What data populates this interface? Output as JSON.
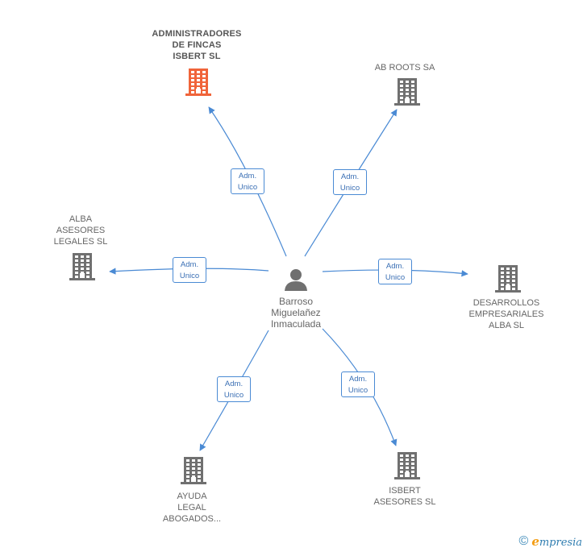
{
  "center": {
    "label": "Barroso\nMiguelañez\nInmaculada",
    "icon": "person-icon"
  },
  "companies": [
    {
      "id": "administradores",
      "label": "ADMINISTRADORES\nDE FINCAS\nISBERT  SL",
      "highlight": true,
      "role": "Adm.\nUnico"
    },
    {
      "id": "ab-roots",
      "label": "AB ROOTS SA",
      "highlight": false,
      "role": "Adm.\nUnico"
    },
    {
      "id": "alba-asesores",
      "label": "ALBA\nASESORES\nLEGALES  SL",
      "highlight": false,
      "role": "Adm.\nUnico"
    },
    {
      "id": "desarrollos",
      "label": "DESARROLLOS\nEMPRESARIALES\nALBA  SL",
      "highlight": false,
      "role": "Adm.\nUnico"
    },
    {
      "id": "ayuda-legal",
      "label": "AYUDA\nLEGAL\nABOGADOS...",
      "highlight": false,
      "role": "Adm.\nUnico"
    },
    {
      "id": "isbert-asesores",
      "label": "ISBERT\nASESORES SL",
      "highlight": false,
      "role": "Adm.\nUnico"
    }
  ],
  "colors": {
    "edge": "#4a8ad4",
    "building": "#707070",
    "building_highlight": "#f0643a",
    "person": "#707070"
  },
  "footer": {
    "copyright": "©",
    "brand_initial": "e",
    "brand_rest": "mpresia"
  }
}
